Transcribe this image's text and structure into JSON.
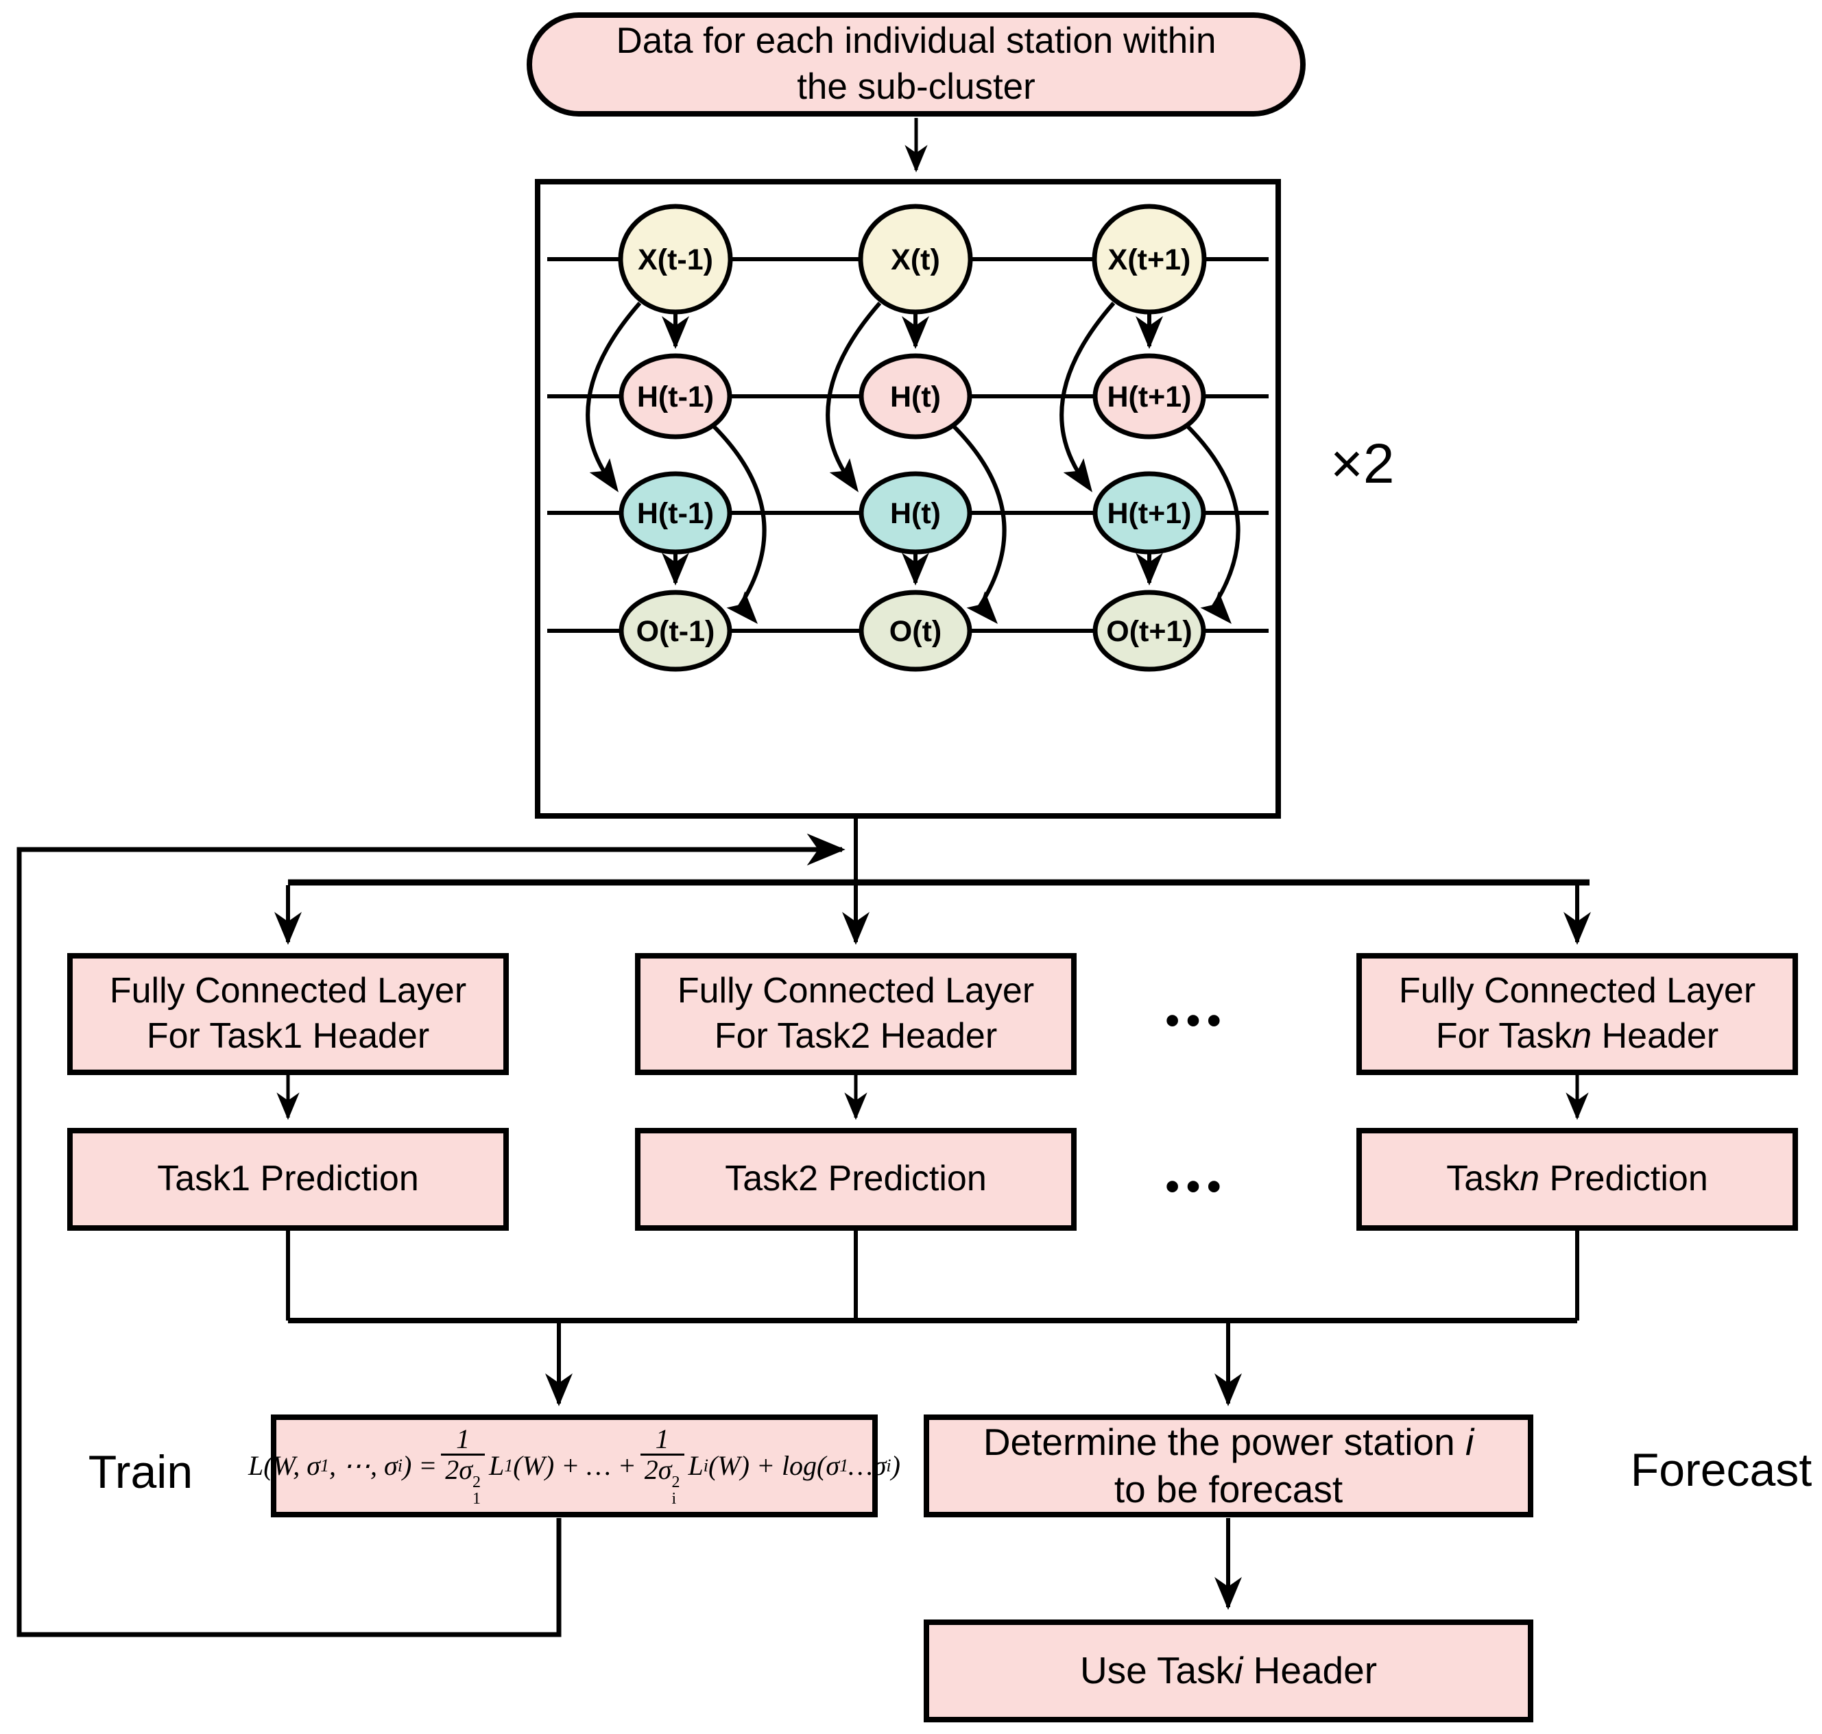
{
  "title_pill": {
    "line1": "Data for each individual station within",
    "line2": "the sub-cluster"
  },
  "rnn": {
    "multiplier": "×2",
    "x_row": [
      "X(t-1)",
      "X(t)",
      "X(t+1)"
    ],
    "h1_row": [
      "H(t-1)",
      "H(t)",
      "H(t+1)"
    ],
    "h2_row": [
      "H(t-1)",
      "H(t)",
      "H(t+1)"
    ],
    "o_row": [
      "O(t-1)",
      "O(t)",
      "O(t+1)"
    ]
  },
  "fc_headers": [
    {
      "line1": "Fully Connected Layer",
      "line2_prefix": "For Task",
      "line2_var": "1",
      "line2_suffix": " Header"
    },
    {
      "line1": "Fully Connected Layer",
      "line2_prefix": "For Task",
      "line2_var": "2",
      "line2_suffix": " Header"
    },
    {
      "line1": "Fully Connected Layer",
      "line2_prefix": "For Task",
      "line2_var": "n",
      "line2_suffix": " Header"
    }
  ],
  "predictions": [
    {
      "prefix": "Task",
      "var": "1",
      "suffix": " Prediction"
    },
    {
      "prefix": "Task",
      "var": "2",
      "suffix": " Prediction"
    },
    {
      "prefix": "Task",
      "var": "n",
      "suffix": " Prediction"
    }
  ],
  "ellipsis": "•••",
  "train_label": "Train",
  "forecast_label": "Forecast",
  "determine_box": {
    "line1_text": "Determine the power station ",
    "line1_var": "i",
    "line2": "to be forecast"
  },
  "use_box": {
    "prefix": "Use Task",
    "var": "i",
    "suffix": " Header"
  },
  "formula": {
    "full": "L(W, σ1, ⋯, σi) = 1/(2σ1²)·L1(W) + … + 1/(2σi²)·Li(W) + log(σ1…σi)",
    "lhs": "L(W, σ",
    "sub_1a": "1",
    "mid": ", ⋯, σ",
    "sub_ia": "i",
    "rparen_eq": ") = ",
    "num1": "1",
    "den1_base": "2σ",
    "den1_sub": "1",
    "den1_sup": "2",
    "term1_L": "L",
    "term1_sub": "1",
    "term1_rest": "(W) + … + ",
    "num2": "1",
    "den2_base": "2σ",
    "den2_sub": "i",
    "den2_sup": "2",
    "term2_L": "L",
    "term2_sub": "i",
    "term2_rest": "(W) + log(σ",
    "log_sub1": "1",
    "log_dots": "…",
    "log_sigma": "σ",
    "log_subi": "i",
    "log_close": ")"
  },
  "colors": {
    "box_fill": "#fbdcda",
    "node_x": "#f8f3d9",
    "node_h_recurrent": "#fadcda",
    "node_h_hidden": "#b7e4e0",
    "node_o": "#e5ebd6",
    "stroke": "#000000"
  }
}
